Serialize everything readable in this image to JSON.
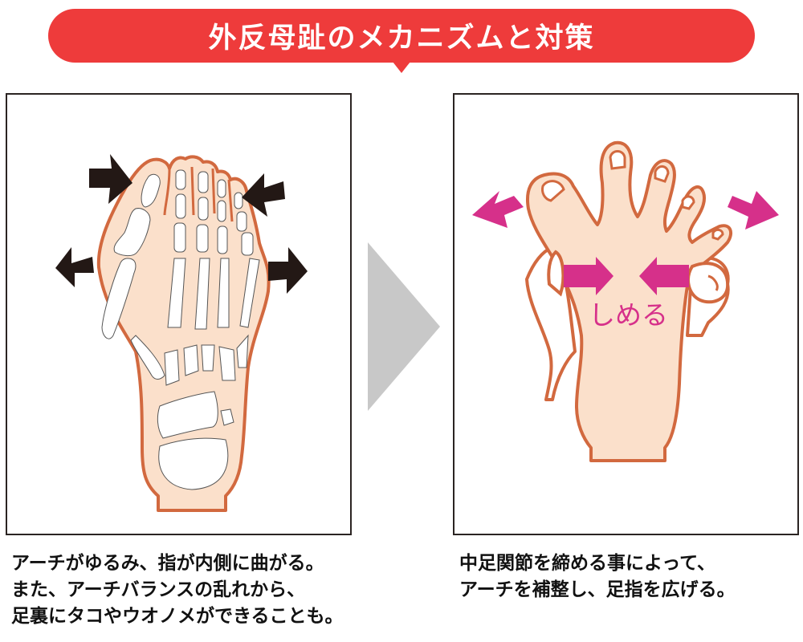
{
  "header": {
    "title": "外反母趾のメカニズムと対策",
    "banner_color": "#ee3b3b"
  },
  "panels": {
    "left": {
      "illustration": "bunion-foot-skeleton",
      "arrows_color": "#231815",
      "skin_color": "#fbe0cb",
      "outline_color": "#d2693f",
      "caption_lines": [
        "アーチがゆるみ、指が内側に曲がる。",
        "また、アーチバランスの乱れから、",
        "足裏にタコやウオノメができることも。"
      ]
    },
    "right": {
      "illustration": "hands-squeezing-foot",
      "arrows_color": "#d6308a",
      "label": "しめる",
      "caption_lines": [
        "中足関節を締める事によって、",
        "アーチを補整し、足指を広げる。"
      ]
    }
  },
  "transition": {
    "icon": "play-triangle-icon",
    "color": "#c8c8c8"
  }
}
